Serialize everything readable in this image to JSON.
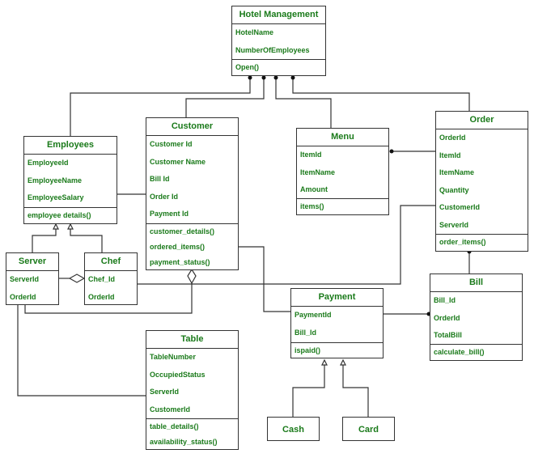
{
  "diagram": {
    "type": "uml-class-diagram",
    "colors": {
      "text": "#1a7a1a",
      "line": "#333333"
    },
    "classes": {
      "hotel": {
        "name": "Hotel Management",
        "attributes": [
          "HotelName",
          "NumberOfEmployees"
        ],
        "operations": [
          "Open()"
        ]
      },
      "employees": {
        "name": "Employees",
        "attributes": [
          "EmployeeId",
          "EmployeeName",
          "EmployeeSalary"
        ],
        "operations": [
          "employee details()"
        ]
      },
      "customer": {
        "name": "Customer",
        "attributes": [
          "Customer Id",
          "Customer Name",
          "Bill Id",
          "Order Id",
          "Payment Id"
        ],
        "operations": [
          "customer_details()",
          "ordered_items()",
          "payment_status()"
        ]
      },
      "menu": {
        "name": "Menu",
        "attributes": [
          "ItemId",
          "ItemName",
          "Amount"
        ],
        "operations": [
          "items()"
        ]
      },
      "order": {
        "name": "Order",
        "attributes": [
          "OrderId",
          "ItemId",
          "ItemName",
          "Quantity",
          "CustomerId",
          "ServerId"
        ],
        "operations": [
          "order_items()"
        ]
      },
      "server": {
        "name": "Server",
        "attributes": [
          "ServerId",
          "OrderId"
        ]
      },
      "chef": {
        "name": "Chef",
        "attributes": [
          "Chef_Id",
          "OrderId"
        ]
      },
      "payment": {
        "name": "Payment",
        "attributes": [
          "PaymentId",
          "Bill_Id"
        ],
        "operations": [
          "ispaid()"
        ]
      },
      "bill": {
        "name": "Bill",
        "attributes": [
          "Bill_Id",
          "OrderId",
          "TotalBill"
        ],
        "operations": [
          "calculate_bill()"
        ]
      },
      "table": {
        "name": "Table",
        "attributes": [
          "TableNumber",
          "OccupiedStatus",
          "ServerId",
          "CustomerId"
        ],
        "operations": [
          "table_details()",
          "availability_status()"
        ]
      },
      "cash": {
        "name": "Cash"
      },
      "card": {
        "name": "Card"
      }
    },
    "relationships": [
      {
        "from": "Hotel Management",
        "to": "Employees",
        "kind": "composition"
      },
      {
        "from": "Hotel Management",
        "to": "Customer",
        "kind": "composition"
      },
      {
        "from": "Hotel Management",
        "to": "Menu",
        "kind": "composition"
      },
      {
        "from": "Hotel Management",
        "to": "Order",
        "kind": "composition"
      },
      {
        "from": "Employees",
        "to": "Customer",
        "kind": "association"
      },
      {
        "from": "Server",
        "to": "Employees",
        "kind": "generalization"
      },
      {
        "from": "Chef",
        "to": "Employees",
        "kind": "generalization"
      },
      {
        "from": "Chef",
        "to": "Server",
        "kind": "aggregation"
      },
      {
        "from": "Server",
        "to": "Customer",
        "kind": "aggregation"
      },
      {
        "from": "Menu",
        "to": "Order",
        "kind": "composition"
      },
      {
        "from": "Chef",
        "to": "Order",
        "kind": "association"
      },
      {
        "from": "Customer",
        "to": "Payment",
        "kind": "association"
      },
      {
        "from": "Payment",
        "to": "Bill",
        "kind": "composition"
      },
      {
        "from": "Order",
        "to": "Bill",
        "kind": "composition"
      },
      {
        "from": "Cash",
        "to": "Payment",
        "kind": "generalization"
      },
      {
        "from": "Card",
        "to": "Payment",
        "kind": "generalization"
      },
      {
        "from": "Server",
        "to": "Table",
        "kind": "association"
      }
    ]
  }
}
